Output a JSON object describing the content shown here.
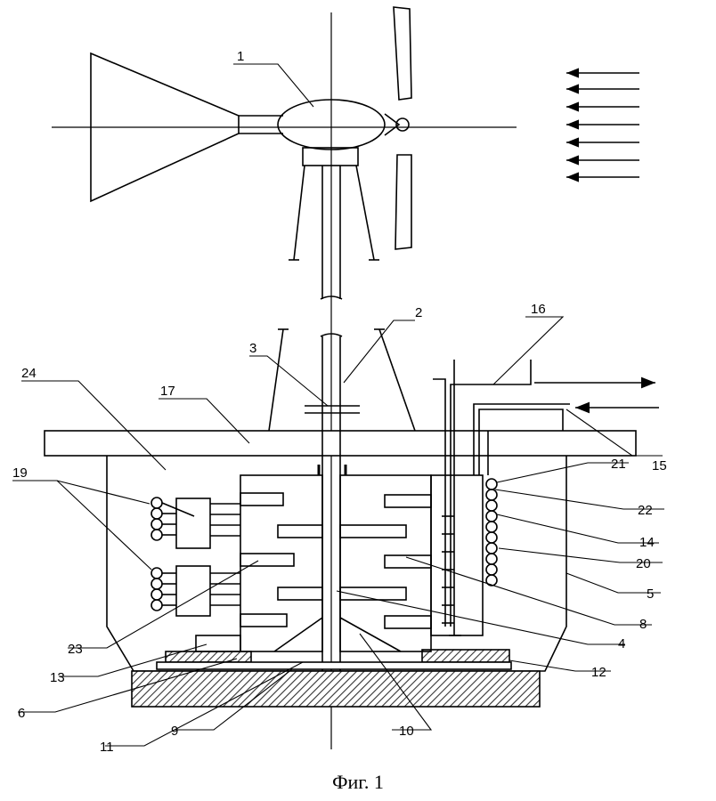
{
  "caption": "Фиг. 1",
  "callouts": {
    "c1": "1",
    "c2": "2",
    "c3": "3",
    "c4": "4",
    "c5": "5",
    "c6": "6",
    "c8": "8",
    "c9": "9",
    "c10": "10",
    "c11": "11",
    "c12": "12",
    "c13": "13",
    "c14": "14",
    "c15": "15",
    "c16": "16",
    "c17": "17",
    "c19": "19",
    "c20": "20",
    "c21": "21",
    "c22": "22",
    "c23": "23",
    "c24": "24"
  },
  "colors": {
    "ink": "#000000",
    "hatch": "#555555",
    "paper": "#ffffff"
  }
}
